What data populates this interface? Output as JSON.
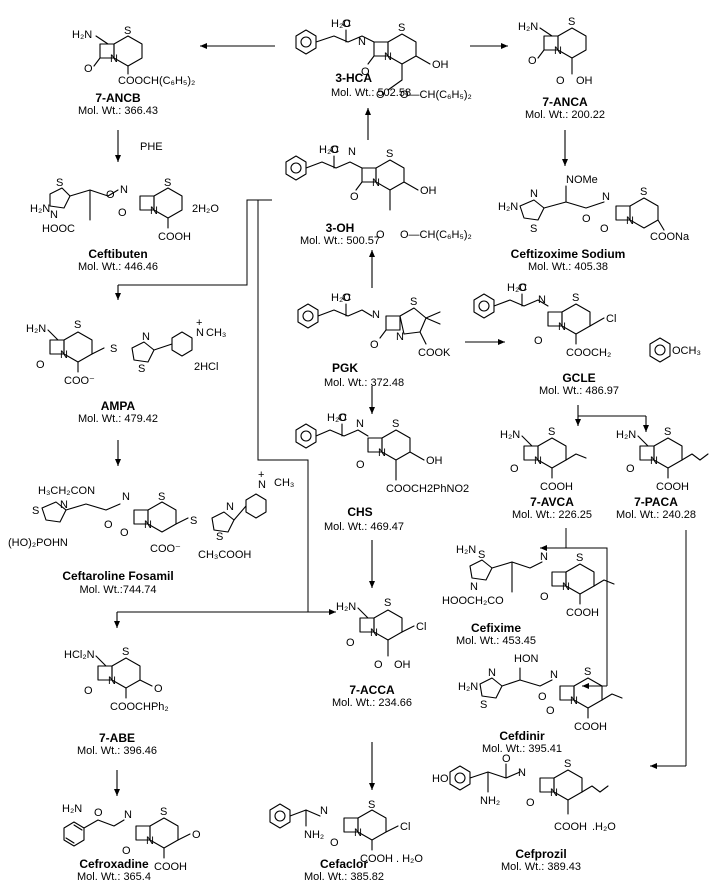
{
  "compounds": [
    {
      "id": "pgk",
      "name": "PGK",
      "mw": "Mol. Wt.: 372.48"
    },
    {
      "id": "3oh",
      "name": "3-OH",
      "mw": "Mol. Wt.: 500.57"
    },
    {
      "id": "3hca",
      "name": "3-HCA",
      "mw": "Mol. Wt.: 502.58"
    },
    {
      "id": "7ancb",
      "name": "7-ANCB",
      "mw": "Mol. Wt.: 366.43"
    },
    {
      "id": "ceftibuten",
      "name": "Ceftibuten",
      "mw": "Mol. Wt.: 446.46"
    },
    {
      "id": "7anca",
      "name": "7-ANCA",
      "mw": "Mol. Wt.: 200.22"
    },
    {
      "id": "ceftizoxime",
      "name": "Ceftizoxime Sodium",
      "mw": "Mol. Wt.: 405.38"
    },
    {
      "id": "ampa",
      "name": "AMPA",
      "mw": "Mol. Wt.: 479.42"
    },
    {
      "id": "ceftaroline",
      "name": "Ceftaroline Fosamil",
      "mw": "Mol. Wt.:744.74"
    },
    {
      "id": "gcle",
      "name": "GCLE",
      "mw": "Mol. Wt.: 486.97"
    },
    {
      "id": "chs",
      "name": "CHS",
      "mw": "Mol. Wt.: 469.47"
    },
    {
      "id": "7avca",
      "name": "7-AVCA",
      "mw": "Mol. Wt.: 226.25"
    },
    {
      "id": "7paca",
      "name": "7-PACA",
      "mw": "Mol. Wt.: 240.28"
    },
    {
      "id": "cefixime",
      "name": "Cefixime",
      "mw": "Mol. Wt.: 453.45"
    },
    {
      "id": "cefdinir",
      "name": "Cefdinir",
      "mw": "Mol. Wt.: 395.41"
    },
    {
      "id": "7acca",
      "name": "7-ACCA",
      "mw": "Mol. Wt.: 234.66"
    },
    {
      "id": "7abe",
      "name": "7-ABE",
      "mw": "Mol. Wt.: 396.46"
    },
    {
      "id": "cefroxadine",
      "name": "Cefroxadine",
      "mw": "Mol. Wt.: 365.4"
    },
    {
      "id": "cefaclor",
      "name": "Cefaclor",
      "mw": "Mol. Wt.: 385.82"
    },
    {
      "id": "cefprozil",
      "name": "Cefprozil",
      "mw": "Mol. Wt.: 389.43"
    }
  ],
  "reagents": {
    "phe": "PHE"
  },
  "atom_labels": {
    "h2n": "H₂N",
    "hcl2n": "HCl₂N",
    "s": "S",
    "n": "N",
    "o": "O",
    "nh": "N",
    "oh": "OH",
    "cooh": "COOH",
    "cook": "COOK",
    "coona": "COONa",
    "cl": "Cl",
    "och3": "OCH₃",
    "h2o_ceftibuten": "2H₂O",
    "hcl2": "2HCl",
    "cooch2ph": "COOCH₂",
    "coochph2": "COOCHPh₂",
    "cooch_c6h5": "COOCH(C₆H₅)₂",
    "cooch2phno2": "COOCH2PhNO2",
    "o_ch_c6h5": "O—CH(C₆H₅)₂",
    "hooc": "HOOC",
    "hoocch2o": "HOOCH₂CO",
    "noh": "HON",
    "nome": "NOMe",
    "ch3": "CH₃",
    "ch3cooh": "CH₃COOH",
    "h3ccon": "H₃CH₂CON",
    "ho2p": "(HO)₂POHN",
    "coo_minus": "COO⁻",
    "plus": "+",
    "ho": "HO",
    "nh2": "NH₂",
    "h2o": ". H₂O",
    "h2o2": ".H₂O",
    "ch2_h2": "H₂C",
    "c_dot": "C"
  }
}
